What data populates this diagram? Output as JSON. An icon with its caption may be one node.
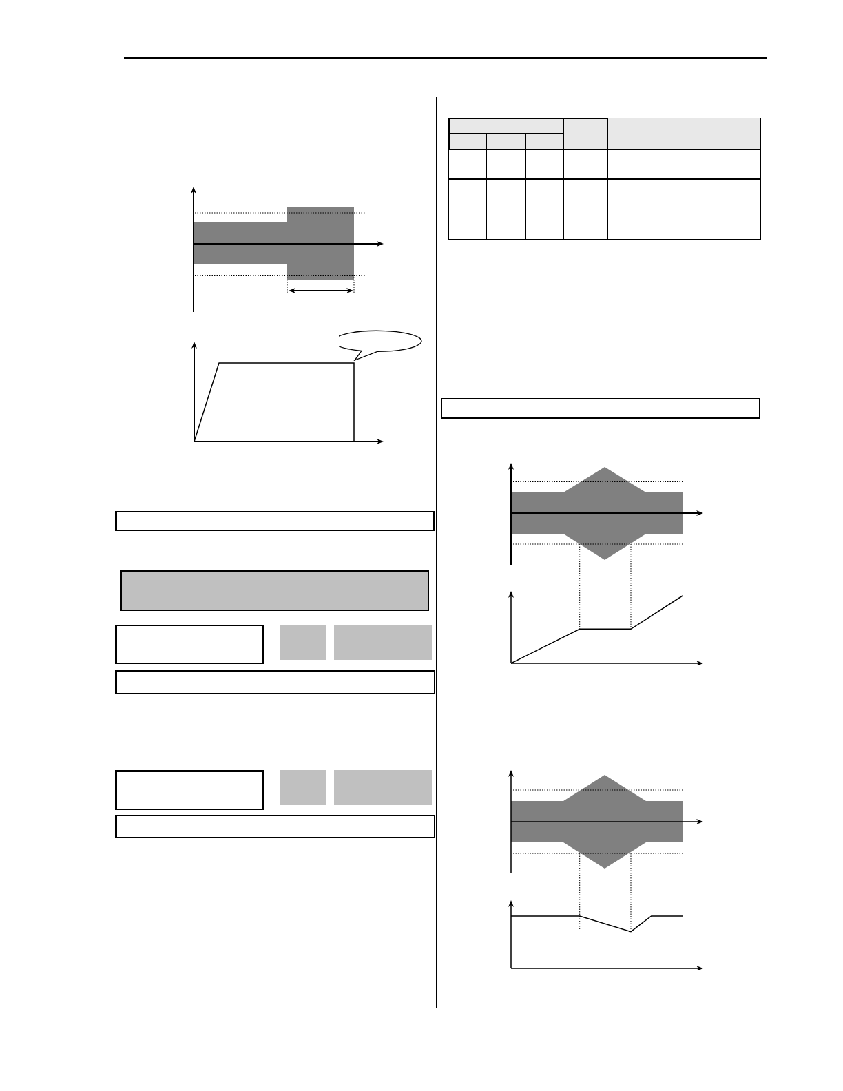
{
  "diagram": {
    "nodes": [
      {
        "text": [],
        "shape": "bubble"
      },
      {
        "text": [],
        "shape": "box"
      },
      {
        "text": [],
        "shape": "box"
      },
      {
        "text": [],
        "shape": "box"
      },
      {
        "text": [],
        "shape": "box"
      },
      {
        "text": [],
        "shape": "box"
      },
      {
        "text": [],
        "shape": "box"
      },
      {
        "text": [],
        "shape": "box"
      },
      {
        "text": [],
        "shape": "box"
      },
      {
        "text": [],
        "shape": "box"
      },
      {
        "text": [],
        "shape": "box"
      },
      {
        "text": [],
        "shape": "box"
      }
    ]
  }
}
